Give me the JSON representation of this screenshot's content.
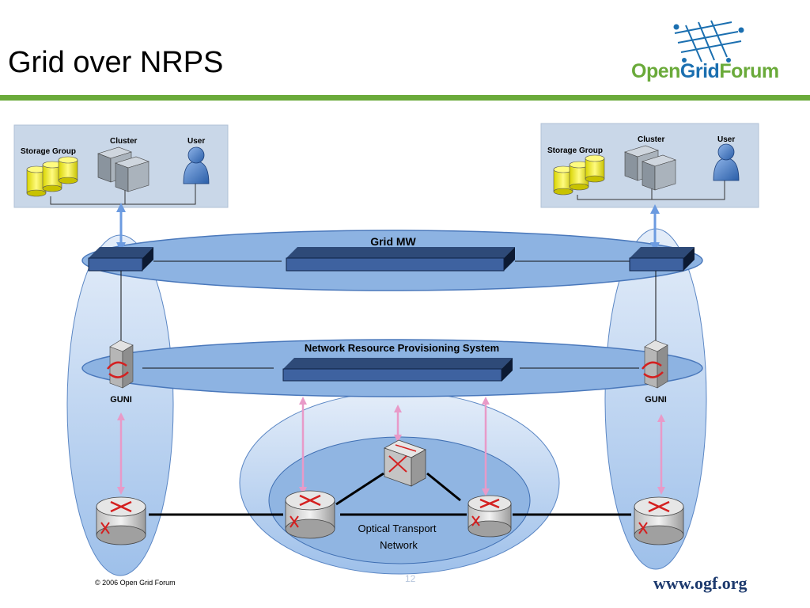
{
  "slide": {
    "title": "Grid over NRPS",
    "page_number": "12",
    "copyright": "© 2006 Open Grid Forum",
    "url": "www.ogf.org"
  },
  "logo": {
    "text_open": "Open",
    "text_grid": "Grid",
    "text_forum": "Forum"
  },
  "colors": {
    "accent_green": "#6aaa3a",
    "logo_blue": "#1b6fb0",
    "ellipse_blue": "#9dbde6",
    "panel_bg": "#c9d7e8"
  },
  "sites": [
    {
      "storage_label": "Storage Group",
      "cluster_label": "Cluster",
      "user_label": "User"
    },
    {
      "storage_label": "Storage Group",
      "cluster_label": "Cluster",
      "user_label": "User"
    }
  ],
  "layers": {
    "grid_mw": "Grid MW",
    "nrps": "Network Resource Provisioning System",
    "guni_left": "GUNI",
    "guni_right": "GUNI",
    "otn_line1": "Optical Transport",
    "otn_line2": "Network"
  },
  "icons": {
    "storage": "database-cylinder-icon",
    "cluster": "server-rack-icon",
    "user": "user-silhouette-icon",
    "router": "router-icon",
    "switch": "optical-switch-icon",
    "guni": "guni-server-icon"
  }
}
